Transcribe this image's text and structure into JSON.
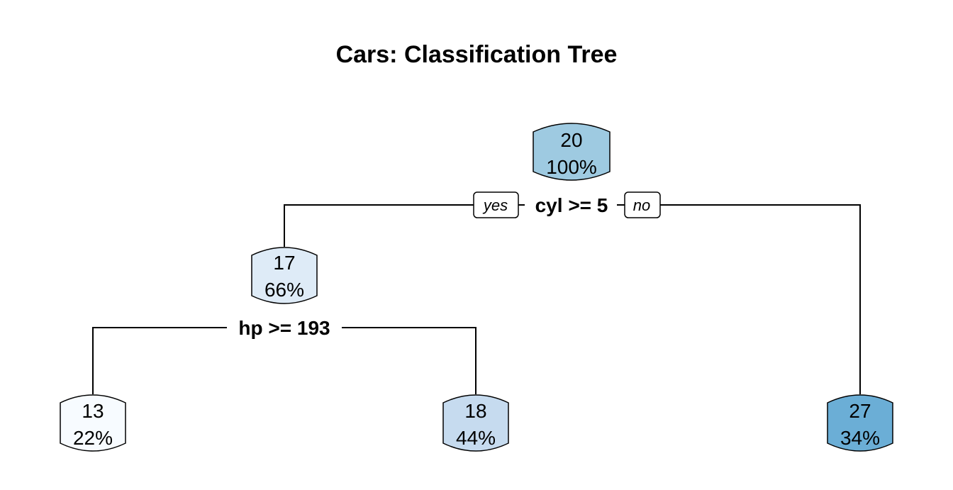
{
  "title": "Cars: Classification Tree",
  "root": {
    "value": "20",
    "percent": "100%",
    "color": "#9ecae1"
  },
  "root_split": {
    "label": "cyl >= 5",
    "yes_label": "yes",
    "no_label": "no"
  },
  "left": {
    "value": "17",
    "percent": "66%",
    "color": "#deebf7"
  },
  "left_split": {
    "label": "hp >= 193"
  },
  "leaves": [
    {
      "value": "13",
      "percent": "22%",
      "color": "#f7fbff"
    },
    {
      "value": "18",
      "percent": "44%",
      "color": "#c6dbef"
    },
    {
      "value": "27",
      "percent": "34%",
      "color": "#6baed6"
    }
  ]
}
